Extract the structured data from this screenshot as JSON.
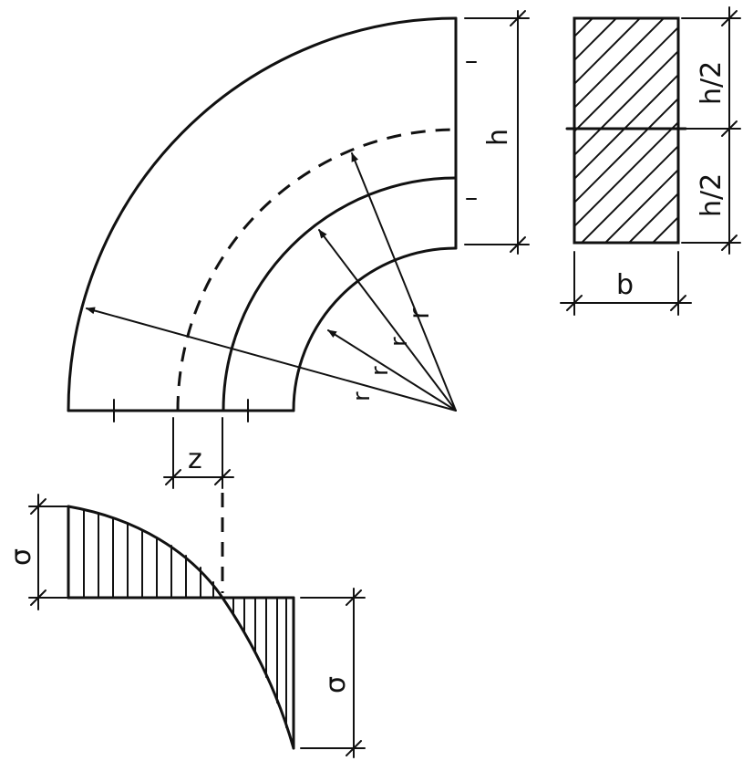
{
  "labels": {
    "height": "h",
    "half_height_top": "h/2",
    "half_height_bottom": "h/2",
    "width": "b",
    "radius": "r",
    "radius_inner_dim_1": "r",
    "radius_inner_dim_2": "r",
    "radius_inner_dim_3": "r",
    "eccentricity": "z",
    "stress_outer": "σ",
    "stress_inner": "σ"
  }
}
